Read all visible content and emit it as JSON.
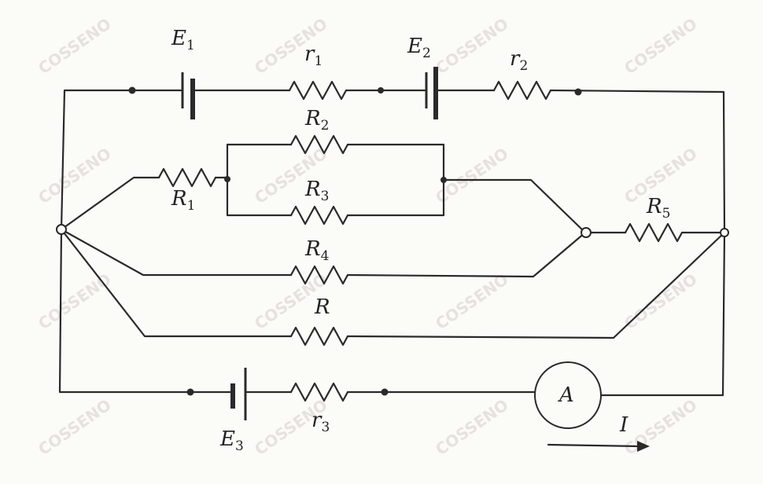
{
  "labels": {
    "E1": {
      "sym": "E",
      "sub": "1"
    },
    "E2": {
      "sym": "E",
      "sub": "2"
    },
    "E3": {
      "sym": "E",
      "sub": "3"
    },
    "r1": {
      "sym": "r",
      "sub": "1"
    },
    "r2": {
      "sym": "r",
      "sub": "2"
    },
    "r3": {
      "sym": "r",
      "sub": "3"
    },
    "R1": {
      "sym": "R",
      "sub": "1"
    },
    "R2": {
      "sym": "R",
      "sub": "2"
    },
    "R3": {
      "sym": "R",
      "sub": "3"
    },
    "R4": {
      "sym": "R",
      "sub": "4"
    },
    "R5": {
      "sym": "R",
      "sub": "5"
    },
    "R": {
      "sym": "R",
      "sub": ""
    },
    "ammeter": "A",
    "current": "I"
  },
  "watermark": "COSSENO"
}
